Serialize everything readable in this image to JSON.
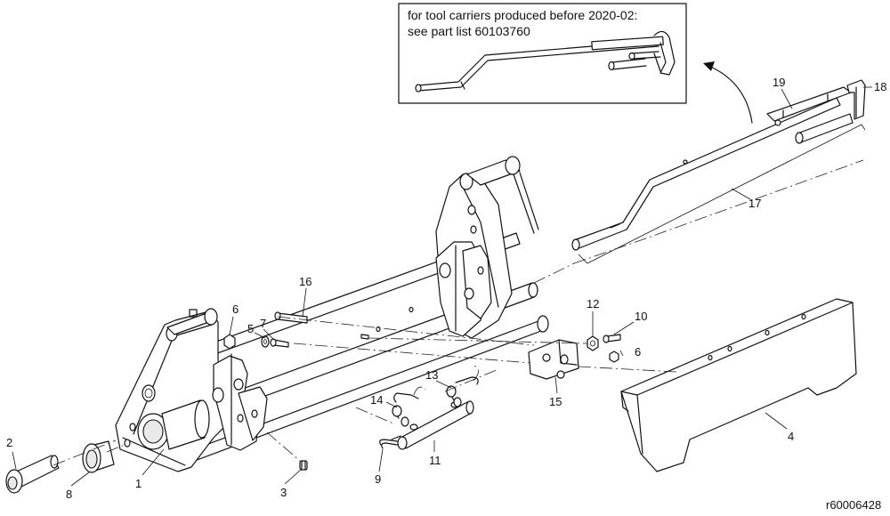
{
  "inset_note": {
    "line1": "for tool carriers produced before 2020-02:",
    "line2": "see part list 60103760"
  },
  "drawing_ref": "r60006428",
  "callouts": [
    {
      "id": "c1",
      "label": "1"
    },
    {
      "id": "c2",
      "label": "2"
    },
    {
      "id": "c3",
      "label": "3"
    },
    {
      "id": "c4",
      "label": "4"
    },
    {
      "id": "c5",
      "label": "5"
    },
    {
      "id": "c6a",
      "label": "6"
    },
    {
      "id": "c6b",
      "label": "6"
    },
    {
      "id": "c7",
      "label": "7"
    },
    {
      "id": "c8",
      "label": "8"
    },
    {
      "id": "c9",
      "label": "9"
    },
    {
      "id": "c10",
      "label": "10"
    },
    {
      "id": "c11",
      "label": "11"
    },
    {
      "id": "c12",
      "label": "12"
    },
    {
      "id": "c13",
      "label": "13"
    },
    {
      "id": "c14",
      "label": "14"
    },
    {
      "id": "c15",
      "label": "15"
    },
    {
      "id": "c16",
      "label": "16"
    },
    {
      "id": "c17",
      "label": "17"
    },
    {
      "id": "c18",
      "label": "18"
    },
    {
      "id": "c19",
      "label": "19"
    }
  ]
}
